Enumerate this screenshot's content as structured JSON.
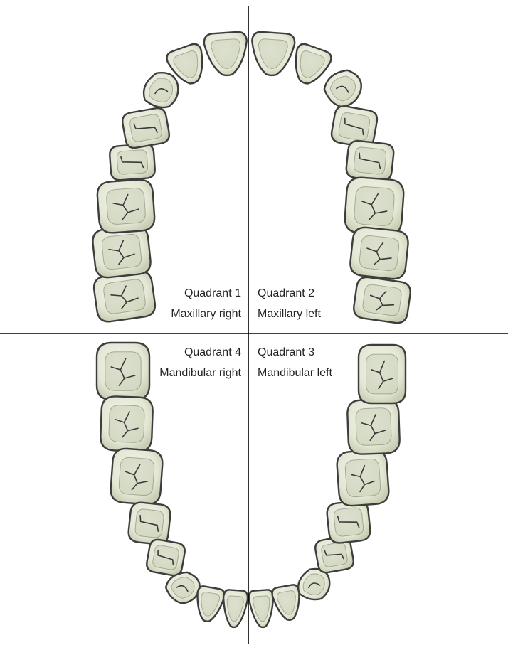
{
  "quadrants": {
    "q1": {
      "title": "Quadrant 1",
      "subtitle": "Maxillary right"
    },
    "q2": {
      "title": "Quadrant 2",
      "subtitle": "Maxillary left"
    },
    "q3": {
      "title": "Quadrant 3",
      "subtitle": "Mandibular left"
    },
    "q4": {
      "title": "Quadrant 4",
      "subtitle": "Mandibular right"
    }
  },
  "colors": {
    "tooth_fill": "#e9ecdd",
    "tooth_shade": "#c9cfb6",
    "outline": "#3d3d3d",
    "axis_line": "#000000"
  }
}
